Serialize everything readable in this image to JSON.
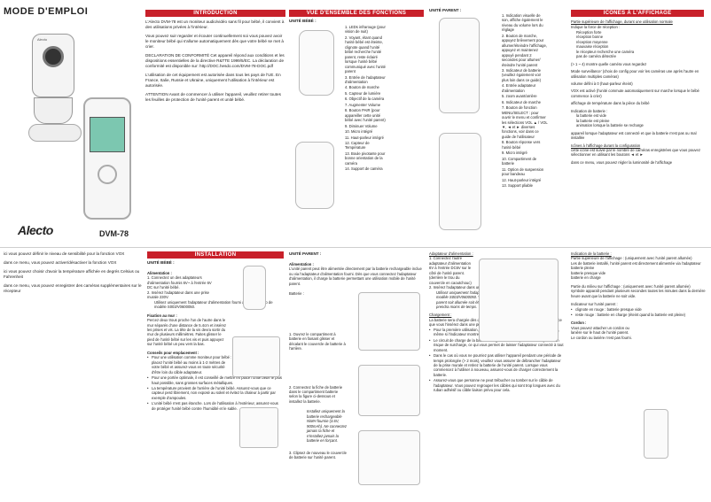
{
  "mode_title": "MODE D'EMPLOI",
  "brand": "Alecto",
  "model": "DVM-78",
  "device_screen_brand": "Alecto",
  "intro": {
    "title": "INTRODUCTION",
    "p1": "L'Alecto DVM-78 est un moniteur audio/vidéo sans fil pour bébé, il convient à des utilisations privées à l'intérieur.",
    "p2": "Vous pouvez suir regarder et écouter continuellement soi vous pouvez avoir le moniteur bébé qui s'allume automatiquement dès que votre bébé se met à crier.",
    "p3": "DECLARATION DE CONFORMITÉ Cet appareil répond aux conditions et les dispositions essentielles de la directive R&TTE 1999/5/EC. La déclaration de conformité est disponible sur: http://DOC.hesdo.com/DVM-78-DOC.pdf",
    "p4": "L'utilisation de cet équipement est autorisée dans tous les pays de l'UE. En France, Italie, Russie et Ukraine, uniquement l'utilisation à l'intérieur est autorisée.",
    "p5": "ATTENTION Avant de commencer à utiliser l'appareil, veuillez retirer toutes les feuilles de protection de l'unité parent et unité bébé."
  },
  "overview": {
    "title": "VUE D'ENSEMBLE DES FONCTIONS",
    "baby_unit_label": "UNITÉ BÉBÉ :",
    "items": [
      "1. LEDs infrarouge (pour vision de nuit)",
      "2. Voyant, étant quand l'unité bébé est éteinte, clignote quand l'unité bébé recherche l'unité parent, reste éclairé lorsque l'unité bébé communiqué avec l'unité parent",
      "3. Entrée de l'adaptateur d'alimentation",
      "4. Bouton de marche",
      "5. Capteur de lumière",
      "6. Objectif de la caméra",
      "7. Augmenter Volume",
      "8. Bouton PAIR (pour appareiller cette unité bébé avec l'unité parent)",
      "9. Diminuer Volume",
      "10. Micro intégré",
      "11. Haut-parleur intégré",
      "12. Capteur de Température",
      "13. Boule pivotante pour bonne orientation de la caméra",
      "14. Support de caméra"
    ]
  },
  "parent": {
    "label": "UNITÉ PARENT :",
    "items": [
      "1. Indication visuelle de son, affiche également le niveau du volume lors du réglage",
      "2. Bouton de marche, appuyez brièvement pour allumer/éteindre l'affichage, appuyez et maintenez appuyé pendant 2 secondes pour allumer/éteindre l'unité parent",
      "3. Indicateur de batterie (veuillez également voir plus loin dans ce guide)",
      "4. Entrée adaptateur d'alimentation",
      "5. zoom avant/arrière",
      "6. Indicateur de marche",
      "7. Bouton de fonction MENU/SELECT : pour ouvrir le menu et confirmer les sélections VOL ▲ / VOL ▼, ◄ et ► diverses fonctions, voir dans ce guide de l'utilisateur",
      "8. Bouton réponse vers l'unité bébé",
      "9. Micro intégré",
      "10. Compartiment de batterie",
      "11. Option de suspension pour bandeau",
      "12. Haut-parleur intégré",
      "13. Support pliable"
    ]
  },
  "icons": {
    "title": "ICÔNES À L'AFFICHAGE",
    "top_line": "Partie supérieure de l'affichage, durant une utilisation normale",
    "lines": [
      "Indique la force de réception :",
      "Réception forte",
      "réception bonne",
      "réception moyenne",
      "mauvaise réception",
      "le récepteur recherche une caméra",
      "pas de caméra détectée",
      "(> 1 ~ 4) montre quelle caméra vous regardez",
      "Mode surveillance' (choix de config pour voir les caméras une après l'autre en utilisation multiples caméras)",
      "volume défini à 0 (haut-parleur éteint)",
      "VOX est activé (l'unité commute automatiquement sur marche lorsque le bébé commence à crier)",
      "affichage de température dans la pièce du bébé",
      "Indication de batterie :",
      "la batterie est vide",
      "la batterie est pleine",
      "animation lorsque la batterie se recharge",
      "appareil lorsque l'adaptateur est connecté et que la batterie n'est pas ou mal installée",
      "Icônes à l'affichage durant la configuration",
      "cette icône est suivie par le nombre de caméras enregistrées que vous pouvez sélectionner en utilisant les boutons ◄ et ►",
      "dans ce menu, vous pouvez régler la luminosité de l'affichage"
    ]
  },
  "bottom_left_notes": [
    "ici vous pouvez définir le niveau de sensibilité pour la fonction VOX",
    "dans ce menu, vous pouvez activer/désactiver la fonction VOX",
    "ici vous pouvez choisir d'avoir la température affichée en degrés Celsius ou Fahrenheit",
    "dans ce menu, vous pouvez enregistrer des caméras supplémentaires sur le récepteur"
  ],
  "installation": {
    "title": "INSTALLATION",
    "baby_label": "UNITÉ BÉBÉ :",
    "alim_title": "Alimentation :",
    "alim_items": [
      "1. Connectez un des adaptateurs d'alimentation fournis 6V~ à l'entrée 6V DC sur l'unité bébé.",
      "2. Insérez l'adaptateur dans une prise murale 230V.",
      "Utilisez uniquement l'adaptateur d'alimentation fourni avec le numéro de modèle S003/V0600050."
    ],
    "fixation_title": "Fixation au mur :",
    "fixation_text": "Percez deux trous proche l'un de l'autre dans le mur séparés d'une distance de 5.4cm et insérez les prises et vis. La tête de la vis devra sortir du mur de plusieurs millimètres. Faites glisser le pied de l'unité bébé sur les vis et puis appuyez sur l'unité bébé un peu vers la bas.",
    "conseils_title": "Conseils pour emplacement :",
    "conseils": [
      "Pour une utilisation comme moniteur pour bébé : placez l'unité bébé au moins à 1-2 mètres de votre bébé et assurez-vous en toute sécurité d'être loin du câble adaptateur.",
      "Pour une portée optimale, il est conseillé de mettre en place l'unité bébé le plus haut possible, sans grosses surfaces métalliques.",
      "La température provient de l'arrière de l'unité bébé. Assurez-vous que ce capteur perd librement, non exposé au soleil et évitez la chaleur à partir par exemple d'ampoules.",
      "L'unité bébé n'est pas étanche. Lors de l'utilisation à l'extérieur, assurez-vous de protéger l'unité bébé contre l'humidité et le sable."
    ]
  },
  "parent_install": {
    "label": "UNITÉ PARENT :",
    "alim_title": "Alimentation :",
    "text": "L'unité parent peut être alimentée directement par la batterie rechargeable inclue ou via l'adaptateur d'alimentation fourni. Dès que vous connectez l'adaptateur d'alimentation, il charge la batterie permettant une utilisation mobile de l'unité parent.",
    "batterie": "Batterie :",
    "steps": [
      "1. Ouvrez le compartiment à batterie en faisant glisser et décalant le couvercle de batterie à l'arrière.",
      "2. Connectez la fiche de batterie dans le compartiment batterie selon la figure ci-dessous et installez la batterie.",
      "3. Clipsez de nouveau le couvercle de batterie sur l'unité parent."
    ],
    "note": "Installez uniquement la batterie rechargeable NiMH fournie (3.6V, 900mAh). Ne connectez jamais la fiche et n'installez jamais la batterie en forçant."
  },
  "adapter": {
    "title": "Adaptateur d'alimentation :",
    "items": [
      "1. Connectez l'autre adaptateur d'alimentation 6V à l'entrée DC6V sur le côté de l'unité parent. (derrière le trou du couvercle en caoutchouc)",
      "2. Insérez l'adaptateur dans une prise murale 230V."
    ],
    "warn": "Utilisez uniquement l'adaptateur d'alimentation fourni avec le numéro de modèle S003/V0600050. Vous pouvez recharger la batterie avec l'unité parent soit allumée soit éteinte, bien que la recharger avec l'unité éteinte prendra moins de temps.",
    "charge_title": "Chargement :",
    "charge_text": "La batterie sera chargée dès que vous branchez l'adaptateur d'alimentation et ce que vous l'insérez dans une prise murale de 230V.",
    "charge_bullets": [
      "Pour la première utilisation, chargez la batterie pendant au moins 15 heures, même si l'indicateur montre une batterie complètement chargée.",
      "Le circuit de charge de la batterie est géré électroniquement et il n'y a aucun risque de surcharge, ce qui vous permet de laisser l'adaptateur connecté à tout moment.",
      "Dans le cas où vous ne pourriez pas utiliser l'appareil pendant une période de temps prolongée (> 2 mois), veuillez vous assurer de débrancher l'adaptateur de la prise murale et retirez la batterie de l'unité parent. Lorsque vous commencez à l'utiliser à nouveau, assurez-vous de charger correctement la batterie.",
      "Assurez-vous que personne ne peut trébucher ou tomber sur le câble de l'adaptateur. Vous pouvez regrouper les câbles qui sont trop longues avec du ruban adhésif ou câble liaison prévu pour cela."
    ]
  },
  "battery_ind": {
    "title": "Indication de la batterie :",
    "top": "Partie supérieure de l'affichage : (uniquement avec l'unité parent allumée)",
    "lines": [
      "Les de batterie installé, l'unité parent est directement alimentée via l'adaptateur",
      "batterie pleine",
      "batterie presque vide",
      "batterie en charge"
    ],
    "middle": "Partie du milieu sur l'affichage : (uniquement avec l'unité parent allumée)",
    "middle_line": "symbole apparaît pendant plusieurs secondes toutes les minutes dans la dernière heure avant que la batterie ne soit vide.",
    "indicator": "Indicateur sur l'unité parent :",
    "ind_items": [
      "clignote en rouge : batterie presque vide",
      "reste rouge : batterie en charge (éteint quand la batterie est pleine)"
    ],
    "cord_title": "Cordon :",
    "cord_text": "Vous pouvez attacher un cordon ou lanière sur le haut de l'unité parent. Le cordon ou lanière n'est pas fourni."
  },
  "colors": {
    "accent": "#c8202a"
  }
}
